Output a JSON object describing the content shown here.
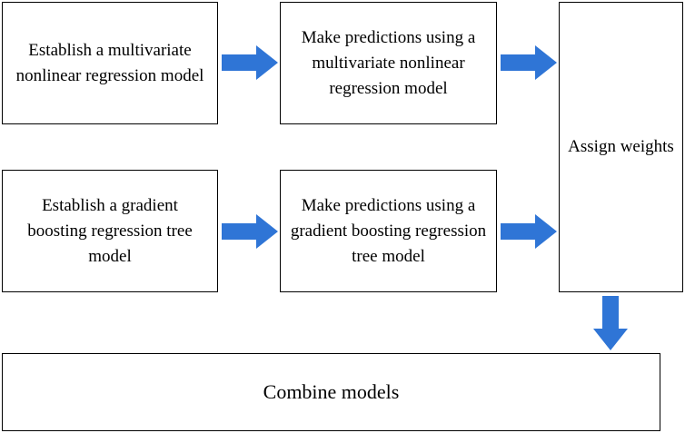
{
  "colors": {
    "arrow": "#2f75d6",
    "border": "#000000",
    "background": "#ffffff"
  },
  "diagram": {
    "establish_nonlinear": "Establish a multivariate nonlinear regression model",
    "predict_nonlinear": "Make predictions using a multivariate nonlinear regression model",
    "establish_gbrt": "Establish a gradient boosting regression tree model",
    "predict_gbrt": "Make predictions using a gradient boosting regression tree model",
    "assign_weights": "Assign weights",
    "combine_models": "Combine models"
  }
}
